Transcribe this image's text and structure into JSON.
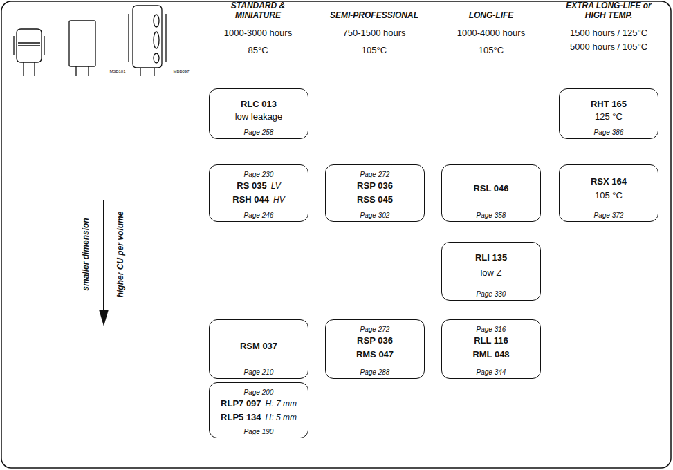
{
  "diagram": {
    "nodes": [
      {
        "text": [
          "RLC 013",
          "low leakage",
          "Page 258"
        ]
      },
      {
        "text": [
          "RHT 165",
          "125 °C",
          "Page 386"
        ]
      },
      {
        "text": [
          "Page 230",
          "RS 035",
          "LV",
          "RSH 044",
          "HV",
          "Page 246"
        ]
      },
      {
        "text": [
          "Page 272",
          "RSP 036",
          "RSS 045",
          "Page 302"
        ]
      },
      {
        "text": [
          "RSL 046",
          "Page 358"
        ]
      },
      {
        "text": [
          "RSX 164",
          "105 °C",
          "Page 372"
        ]
      },
      {
        "text": [
          "RLI 135",
          "low Z",
          "Page 330"
        ]
      },
      {
        "text": [
          "RSM 037",
          "Page 210"
        ]
      },
      {
        "text": [
          "Page 272",
          "RSP 036",
          "RMS 047",
          "Page 288"
        ]
      },
      {
        "text": [
          "Page 316",
          "RLL 116",
          "RML 048",
          "Page 344"
        ]
      },
      {
        "text": [
          "Page 200",
          "RLP7 097",
          "H: 7 mm",
          "RLP5 134",
          "H: 5 mm",
          "Page 190"
        ]
      }
    ],
    "labels": [
      "MSB101",
      "MBB097",
      "STANDARD & MINIATURE",
      "1000-3000 hours",
      "85°C",
      "SEMI-PROFESSIONAL",
      "750-1500 hours",
      "105°C",
      "LONG-LIFE",
      "1000-4000 hours",
      "105°C",
      "EXTRA LONG-LIFE or HIGH TEMP.",
      "1500 hours / 125°C",
      "5000 hours / 105°C",
      "smaller dimension",
      "higher CU per volume"
    ]
  }
}
